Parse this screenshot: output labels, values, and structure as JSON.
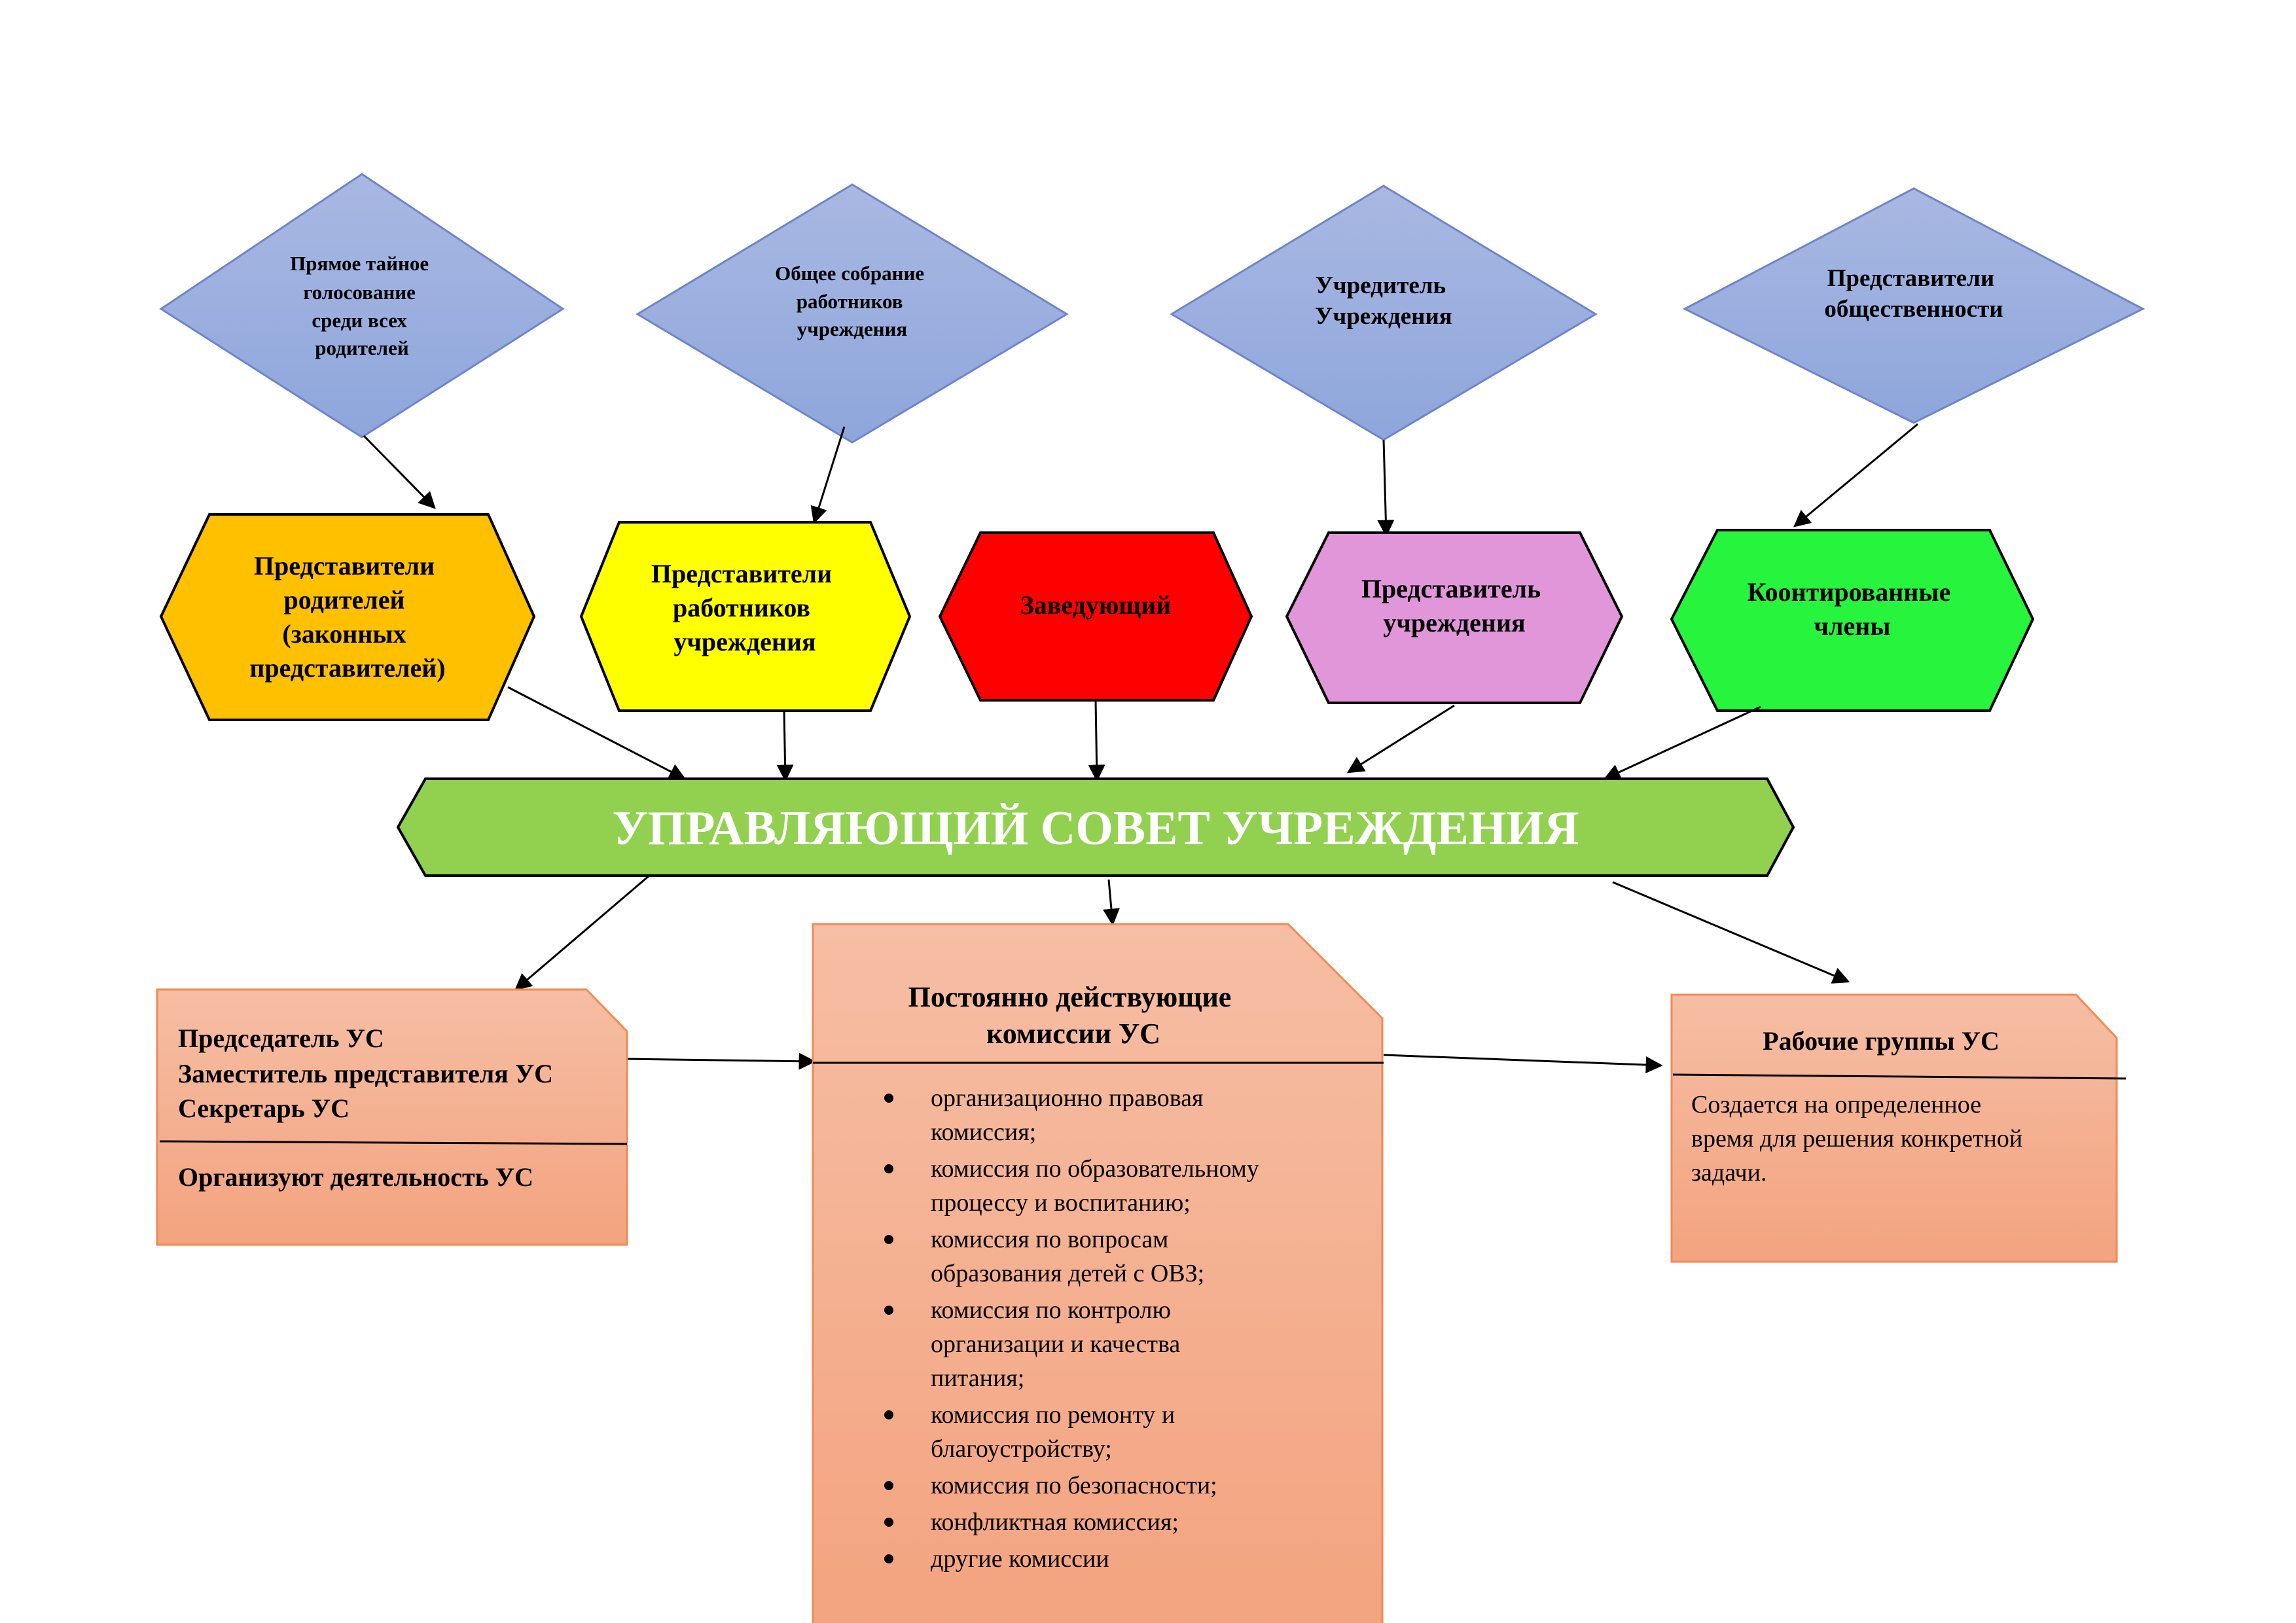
{
  "sources": [
    {
      "lines": [
        "Прямое тайное",
        "голосование",
        "среди всех",
        "родителей"
      ]
    },
    {
      "lines": [
        "Общее собрание",
        "работников",
        "учреждения"
      ]
    },
    {
      "lines": [
        "Учредитель",
        "Учреждения"
      ]
    },
    {
      "lines": [
        "Представители",
        "общественности"
      ]
    }
  ],
  "members": [
    {
      "lines": [
        "Представители",
        "родителей",
        "(законных",
        "представителей)"
      ],
      "color": "#FFC000"
    },
    {
      "lines": [
        "Представители",
        "работников",
        "учреждения"
      ],
      "color": "#FFFF00"
    },
    {
      "lines": [
        "Заведующий"
      ],
      "color": "#FF0000"
    },
    {
      "lines": [
        "Представитель",
        "учреждения"
      ],
      "color": "#E196DA"
    },
    {
      "lines": [
        "Коонтированные",
        "члены"
      ],
      "color": "#27F43D"
    }
  ],
  "council": {
    "title": "УПРАВЛЯЮЩИЙ СОВЕТ УЧРЕЖДЕНИЯ",
    "color": "#92D050"
  },
  "leadership": {
    "lines": [
      "Председатель УС",
      "Заместитель представителя УС",
      "Секретарь УС"
    ],
    "note": "Организуют деятельность УС"
  },
  "commissions": {
    "title_lines": [
      "Постоянно действующие",
      "комиссии УС"
    ],
    "items": [
      [
        "организационно правовая",
        "комиссия;"
      ],
      [
        "комиссия по образовательному",
        "процессу и воспитанию;"
      ],
      [
        "комиссия по вопросам",
        "образования детей с ОВЗ;"
      ],
      [
        "комиссия по контролю",
        "организации и качества",
        "питания;"
      ],
      [
        "комиссия по ремонту и",
        "благоустройству;"
      ],
      [
        "комиссия по безопасности;"
      ],
      [
        "конфликтная комиссия;"
      ],
      [
        "другие комиссии"
      ]
    ]
  },
  "working_groups": {
    "title": "Рабочие группы УС",
    "desc_lines": [
      "Создается на определенное",
      "время для решения конкретной",
      "задачи."
    ]
  },
  "colors": {
    "diamond_top": "#A9B8E2",
    "diamond_bottom": "#8EA6DC",
    "note_top": "#F5BBA0",
    "note_bottom": "#F3A27E",
    "note_border": "#F0A070"
  }
}
